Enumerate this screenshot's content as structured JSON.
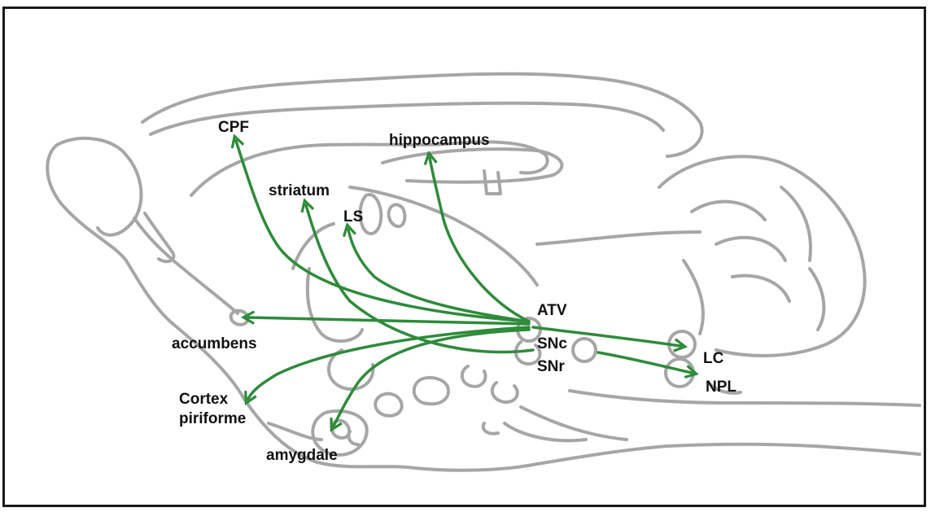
{
  "colors": {
    "pathway": "#2e8b3a",
    "outline": "#a6a6a6",
    "text": "#111111"
  },
  "labels": {
    "cpf": "CPF",
    "hippocampus": "hippocampus",
    "striatum": "striatum",
    "ls": "LS",
    "atv": "ATV",
    "snc": "SNc",
    "snr": "SNr",
    "lc": "LC",
    "npl": "NPL",
    "accumbens": "accumbens",
    "cortex_piriforme_1": "Cortex",
    "cortex_piriforme_2": "piriforme",
    "amygdale": "amygdale"
  }
}
